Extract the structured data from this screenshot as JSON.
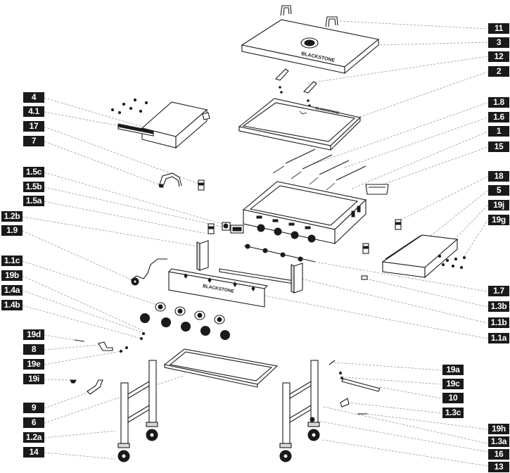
{
  "brand_text": "BLACKSTONE",
  "callouts": {
    "c11": "11",
    "c3": "3",
    "c12": "12",
    "c2": "2",
    "c4": "4",
    "c4_1": "4.1",
    "c17": "17",
    "c7": "7",
    "c1_8": "1.8",
    "c1_6": "1.6",
    "c1": "1",
    "c15": "15",
    "c1_5c": "1.5c",
    "c1_5b": "1.5b",
    "c1_5a": "1.5a",
    "c1_2b": "1.2b",
    "c1_9": "1.9",
    "c18": "18",
    "c5": "5",
    "c19j": "19j",
    "c19g": "19g",
    "c1_1c": "1.1c",
    "c19b": "19b",
    "c1_4a": "1.4a",
    "c1_4b": "1.4b",
    "c1_7": "1.7",
    "c1_3b": "1.3b",
    "c1_1b": "1.1b",
    "c1_1a": "1.1a",
    "c19d": "19d",
    "c8": "8",
    "c19e": "19e",
    "c19i": "19i",
    "c9": "9",
    "c6": "6",
    "c1_2a": "1.2a",
    "c14": "14",
    "c19a": "19a",
    "c19c": "19c",
    "c10": "10",
    "c1_3c": "1.3c",
    "c19h": "19h",
    "c1_3a": "1.3a",
    "c16": "16",
    "c13": "13"
  },
  "colors": {
    "ink": "#1a1a1a",
    "leader": "#9a9a9a",
    "panel": "#d9d9d9"
  }
}
